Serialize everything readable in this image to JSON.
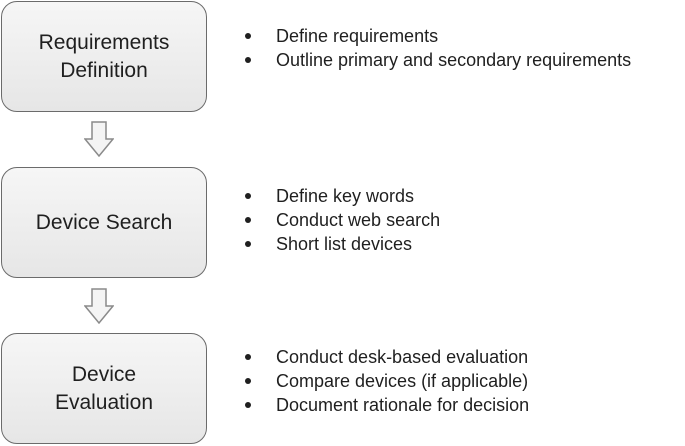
{
  "steps": [
    {
      "title": "Requirements\nDefinition",
      "bullets": [
        "Define requirements",
        "Outline primary and secondary requirements"
      ]
    },
    {
      "title": "Device Search",
      "bullets": [
        "Define key words",
        "Conduct web search",
        "Short list devices"
      ]
    },
    {
      "title": "Device\nEvaluation",
      "bullets": [
        "Conduct desk-based evaluation",
        "Compare devices (if applicable)",
        "Document rationale for decision"
      ]
    }
  ],
  "colors": {
    "box_border": "#6b6b6b",
    "box_fill_top": "#f6f6f6",
    "box_fill_bottom": "#e6e6e6",
    "arrow_fill": "#f4f4f4",
    "arrow_stroke": "#8a8a8a",
    "text": "#1f1f1f"
  }
}
